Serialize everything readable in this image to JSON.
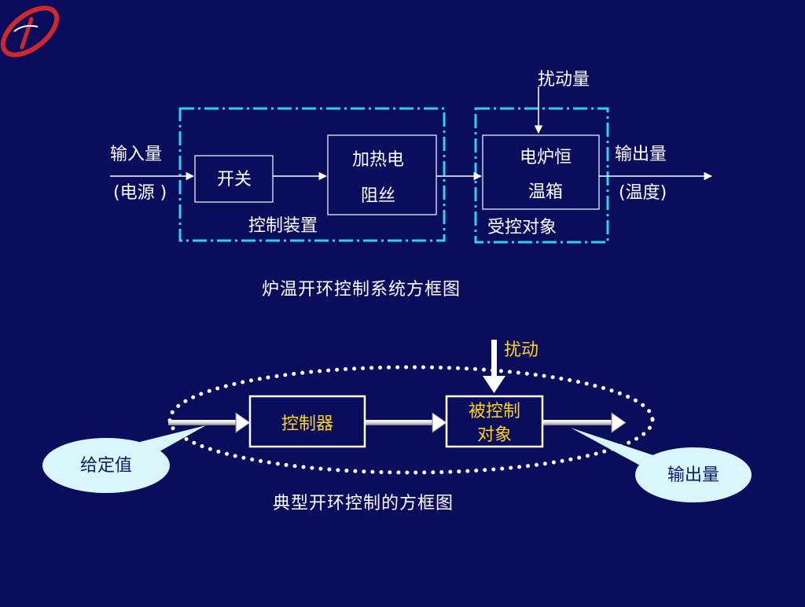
{
  "colors": {
    "background": "#0a0d5c",
    "white": "#ffffff",
    "cyan": "#2ad4f0",
    "yellow": "#ffd21a",
    "bubble_fill": "#d9f6fb",
    "bubble_text": "#0a1a6a",
    "logo_red": "#d0282a"
  },
  "diagram1": {
    "disturbance": "扰动量",
    "input_label": "输入量",
    "input_sub": "(电源 )",
    "switch": "开关",
    "heater_line1": "加热电",
    "heater_line2": "阻丝",
    "controller_group": "控制装置",
    "furnace_line1": "电炉恒",
    "furnace_line2": "温箱",
    "plant_group": "受控对象",
    "output_label": "输出量",
    "output_sub": "(温度)",
    "caption": "炉温开环控制系统方框图"
  },
  "diagram2": {
    "disturbance": "扰动",
    "controller": "控制器",
    "plant_line1": "被控制",
    "plant_line2": "对象",
    "setpoint": "给定值",
    "output": "输出量",
    "caption": "典型开环控制的方框图"
  }
}
